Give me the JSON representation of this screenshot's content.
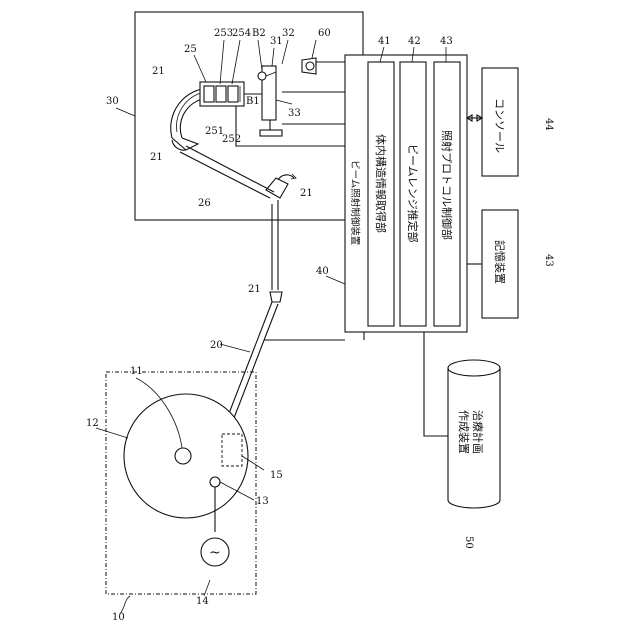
{
  "components": {
    "beam_irradiation_control": "ビーム照射制御装置",
    "body_structure_acquisition": "体内構造情報取得部",
    "beam_range_estimation": "ビームレンジ推定部",
    "irradiation_protocol_control": "照射プロトコル制御部",
    "console": "コンソール",
    "storage_device": "記憶装置",
    "treatment_plan_line1": "治療計画",
    "treatment_plan_line2": "作成装置"
  },
  "reference_numerals": {
    "n10": "10",
    "n11": "11",
    "n12": "12",
    "n13": "13",
    "n14": "14",
    "n15": "15",
    "n20": "20",
    "n21a": "21",
    "n21b": "21",
    "n21c": "21",
    "n21d": "21",
    "n25": "25",
    "n251": "251",
    "n252": "252",
    "n253": "253",
    "n254": "254",
    "n26": "26",
    "n30": "30",
    "n31": "31",
    "n32": "32",
    "n33": "33",
    "n40": "40",
    "n41": "41",
    "n42": "42",
    "n43a": "43",
    "n43b": "43",
    "n44": "44",
    "n50": "50",
    "n60": "60",
    "b1": "B1",
    "b2": "B2",
    "ac_symbol": "~"
  }
}
